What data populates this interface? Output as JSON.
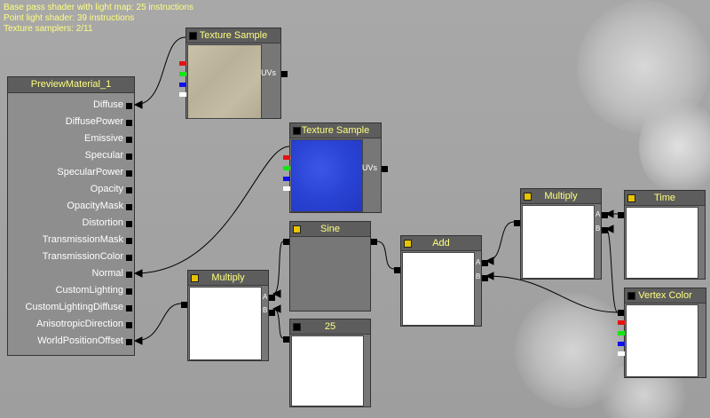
{
  "stats": {
    "line1": "Base pass shader with light map: 25 instructions",
    "line2": "Point light shader: 39 instructions",
    "line3": "Texture samplers: 2/11"
  },
  "material": {
    "title": "PreviewMaterial_1",
    "inputs": [
      "Diffuse",
      "DiffusePower",
      "Emissive",
      "Specular",
      "SpecularPower",
      "Opacity",
      "OpacityMask",
      "Distortion",
      "TransmissionMask",
      "TransmissionColor",
      "Normal",
      "CustomLighting",
      "CustomLightingDiffuse",
      "AnisotropicDirection",
      "WorldPositionOffset"
    ]
  },
  "nodes": {
    "tex1": {
      "title": "Texture Sample",
      "uvs": "UVs",
      "colors": [
        "#e81010",
        "#10e810",
        "#1010e8",
        "#ffffff"
      ]
    },
    "tex2": {
      "title": "Texture Sample",
      "uvs": "UVs",
      "colors": [
        "#e81010",
        "#10e810",
        "#1010e8",
        "#ffffff"
      ]
    },
    "sine": {
      "title": "Sine"
    },
    "add": {
      "title": "Add",
      "a": "A",
      "b": "B"
    },
    "multiply1": {
      "title": "Multiply",
      "a": "A",
      "b": "B"
    },
    "multiply2": {
      "title": "Multiply",
      "a": "A",
      "b": "B"
    },
    "time": {
      "title": "Time"
    },
    "vertex_color": {
      "title": "Vertex Color",
      "colors": [
        "#e81010",
        "#10e810",
        "#1010e8",
        "#ffffff"
      ]
    },
    "const25": {
      "title": "25"
    }
  },
  "colors": {
    "header_text": "#ffff80",
    "stats_text": "#ffff80",
    "background": "#a3a3a3"
  }
}
